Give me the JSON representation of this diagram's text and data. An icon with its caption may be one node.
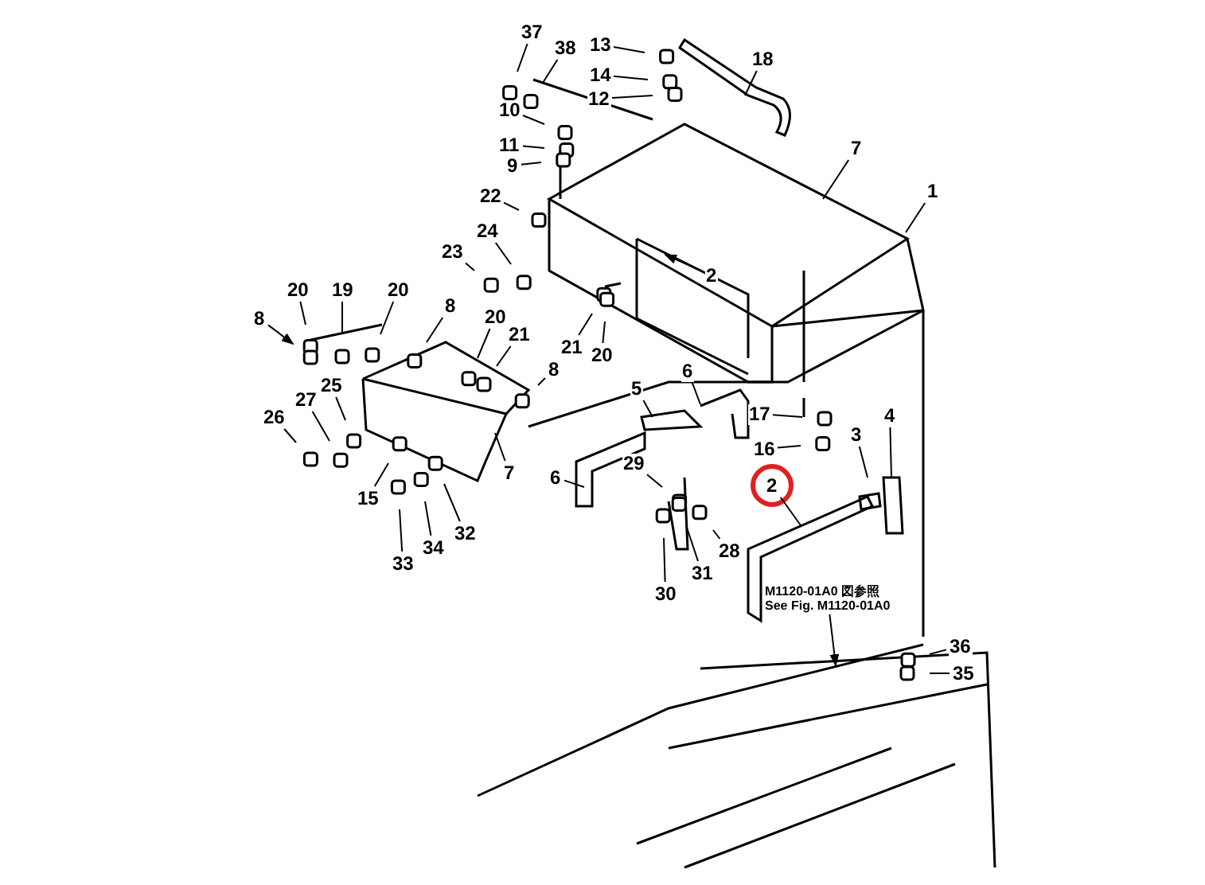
{
  "diagram": {
    "nodes": [
      {
        "text": [
          "37"
        ]
      },
      {
        "text": [
          "38"
        ]
      },
      {
        "text": [
          "13"
        ]
      },
      {
        "text": [
          "14"
        ]
      },
      {
        "text": [
          "12"
        ]
      },
      {
        "text": [
          "18"
        ]
      },
      {
        "text": [
          "10"
        ]
      },
      {
        "text": [
          "11"
        ]
      },
      {
        "text": [
          "9"
        ]
      },
      {
        "text": [
          "7"
        ]
      },
      {
        "text": [
          "1"
        ]
      },
      {
        "text": [
          "22"
        ]
      },
      {
        "text": [
          "24"
        ]
      },
      {
        "text": [
          "23"
        ]
      },
      {
        "text": [
          "2"
        ]
      },
      {
        "text": [
          "20"
        ]
      },
      {
        "text": [
          "19"
        ]
      },
      {
        "text": [
          "20"
        ]
      },
      {
        "text": [
          "8"
        ]
      },
      {
        "text": [
          "8"
        ]
      },
      {
        "text": [
          "20"
        ]
      },
      {
        "text": [
          "21"
        ]
      },
      {
        "text": [
          "21"
        ]
      },
      {
        "text": [
          "20"
        ]
      },
      {
        "text": [
          "8"
        ]
      },
      {
        "text": [
          "25"
        ]
      },
      {
        "text": [
          "27"
        ]
      },
      {
        "text": [
          "26"
        ]
      },
      {
        "text": [
          "7"
        ]
      },
      {
        "text": [
          "15"
        ]
      },
      {
        "text": [
          "32"
        ]
      },
      {
        "text": [
          "34"
        ]
      },
      {
        "text": [
          "33"
        ]
      },
      {
        "text": [
          "6"
        ]
      },
      {
        "text": [
          "5"
        ]
      },
      {
        "text": [
          "6"
        ]
      },
      {
        "text": [
          "17"
        ]
      },
      {
        "text": [
          "16"
        ]
      },
      {
        "text": [
          "29"
        ]
      },
      {
        "text": [
          "2"
        ]
      },
      {
        "text": [
          "3"
        ]
      },
      {
        "text": [
          "4"
        ]
      },
      {
        "text": [
          "28"
        ]
      },
      {
        "text": [
          "31"
        ]
      },
      {
        "text": [
          "30"
        ]
      },
      {
        "text": [
          "36"
        ]
      },
      {
        "text": [
          "35"
        ]
      },
      {
        "text": [
          "M1120-01A0 図参照",
          "See Fig. M1120-01A0"
        ]
      }
    ],
    "edges": [
      {
        "from": 0,
        "to": null,
        "arrow": "none"
      },
      {
        "from": 1,
        "to": null,
        "arrow": "none"
      },
      {
        "from": 2,
        "to": null,
        "arrow": "none"
      },
      {
        "from": 3,
        "to": null,
        "arrow": "none"
      },
      {
        "from": 4,
        "to": null,
        "arrow": "none"
      },
      {
        "from": 5,
        "to": null,
        "arrow": "none"
      },
      {
        "from": 6,
        "to": null,
        "arrow": "none"
      },
      {
        "from": 7,
        "to": null,
        "arrow": "none"
      },
      {
        "from": 8,
        "to": null,
        "arrow": "none"
      },
      {
        "from": 9,
        "to": null,
        "arrow": "none"
      },
      {
        "from": 10,
        "to": null,
        "arrow": "none"
      },
      {
        "from": 11,
        "to": null,
        "arrow": "none"
      },
      {
        "from": 12,
        "to": null,
        "arrow": "none"
      },
      {
        "from": 13,
        "to": null,
        "arrow": "none"
      },
      {
        "from": 14,
        "to": null,
        "arrow": "to"
      },
      {
        "from": 15,
        "to": null,
        "arrow": "none"
      },
      {
        "from": 16,
        "to": null,
        "arrow": "none"
      },
      {
        "from": 17,
        "to": null,
        "arrow": "none"
      },
      {
        "from": 18,
        "to": null,
        "arrow": "to"
      },
      {
        "from": 19,
        "to": null,
        "arrow": "none"
      },
      {
        "from": 20,
        "to": null,
        "arrow": "none"
      },
      {
        "from": 21,
        "to": null,
        "arrow": "none"
      },
      {
        "from": 22,
        "to": null,
        "arrow": "none"
      },
      {
        "from": 23,
        "to": null,
        "arrow": "none"
      },
      {
        "from": 24,
        "to": null,
        "arrow": "none"
      },
      {
        "from": 25,
        "to": null,
        "arrow": "none"
      },
      {
        "from": 26,
        "to": null,
        "arrow": "none"
      },
      {
        "from": 27,
        "to": null,
        "arrow": "none"
      },
      {
        "from": 28,
        "to": null,
        "arrow": "none"
      },
      {
        "from": 29,
        "to": null,
        "arrow": "none"
      },
      {
        "from": 30,
        "to": null,
        "arrow": "none"
      },
      {
        "from": 31,
        "to": null,
        "arrow": "none"
      },
      {
        "from": 32,
        "to": null,
        "arrow": "none"
      },
      {
        "from": 33,
        "to": null,
        "arrow": "none"
      },
      {
        "from": 34,
        "to": null,
        "arrow": "none"
      },
      {
        "from": 35,
        "to": null,
        "arrow": "none"
      },
      {
        "from": 36,
        "to": null,
        "arrow": "none"
      },
      {
        "from": 37,
        "to": null,
        "arrow": "none"
      },
      {
        "from": 38,
        "to": null,
        "arrow": "none"
      },
      {
        "from": 39,
        "to": null,
        "arrow": "none"
      },
      {
        "from": 40,
        "to": null,
        "arrow": "none"
      },
      {
        "from": 41,
        "to": null,
        "arrow": "none"
      },
      {
        "from": 42,
        "to": null,
        "arrow": "none"
      },
      {
        "from": 43,
        "to": null,
        "arrow": "none"
      },
      {
        "from": 44,
        "to": null,
        "arrow": "none"
      },
      {
        "from": 45,
        "to": null,
        "arrow": "none"
      },
      {
        "from": 46,
        "to": null,
        "arrow": "none"
      },
      {
        "from": 47,
        "to": null,
        "arrow": "to"
      }
    ]
  }
}
